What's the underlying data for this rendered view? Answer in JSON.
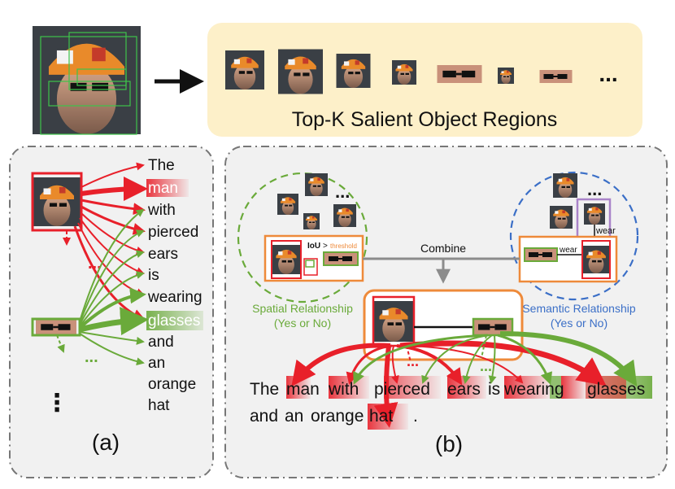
{
  "top": {
    "title": "Top-K Salient Object Regions",
    "ellipsis": "..."
  },
  "panel_a": {
    "label": "(a)",
    "words": [
      "The",
      "man",
      "with",
      "pierced",
      "ears",
      "is",
      "wearing",
      "glasses",
      "and",
      "an",
      "orange",
      "hat"
    ],
    "dots_vertical": "⋮",
    "red_dots": "...",
    "green_dots": "..."
  },
  "panel_b": {
    "label": "(b)",
    "combine": "Combine",
    "spatial_title": "Spatial Relationship",
    "spatial_sub": "(Yes or No)",
    "semantic_title": "Semantic Relationship",
    "semantic_sub": "(Yes or No)",
    "iou_text": "IoU",
    "iou_op": ">",
    "iou_threshold": "threshold",
    "wear_top": "wear",
    "wear_mid": "wear",
    "ellipsis_spatial": "...",
    "ellipsis_semantic": "...",
    "red_dots": "...",
    "green_dots": "...",
    "sentence_line1": [
      "The",
      "man",
      "with",
      "pierced",
      "ears",
      "is",
      "wearing",
      "glasses"
    ],
    "sentence_line2": [
      "and",
      "an",
      "orange",
      "hat",
      "."
    ]
  },
  "colors": {
    "red": "#e8202a",
    "green": "#6aaa3a",
    "orange": "#ee8a3a",
    "blue": "#3b6fc7",
    "purple": "#a983c9",
    "gray": "#8c8c8c",
    "cream": "#fdf0c9"
  }
}
